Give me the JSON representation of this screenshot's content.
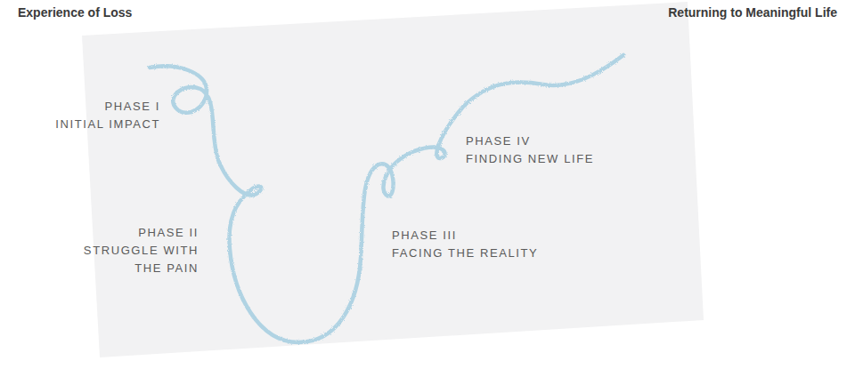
{
  "diagram": {
    "labels": [
      "Experience of Loss",
      "Returning to Meaningful Life",
      "PHASE I",
      "INITIAL IMPACT",
      "PHASE II",
      "STRUGGLE WITH THE PAIN",
      "PHASE III",
      "FACING THE REALITY",
      "PHASE IV",
      "FINDING NEW LIFE"
    ]
  }
}
